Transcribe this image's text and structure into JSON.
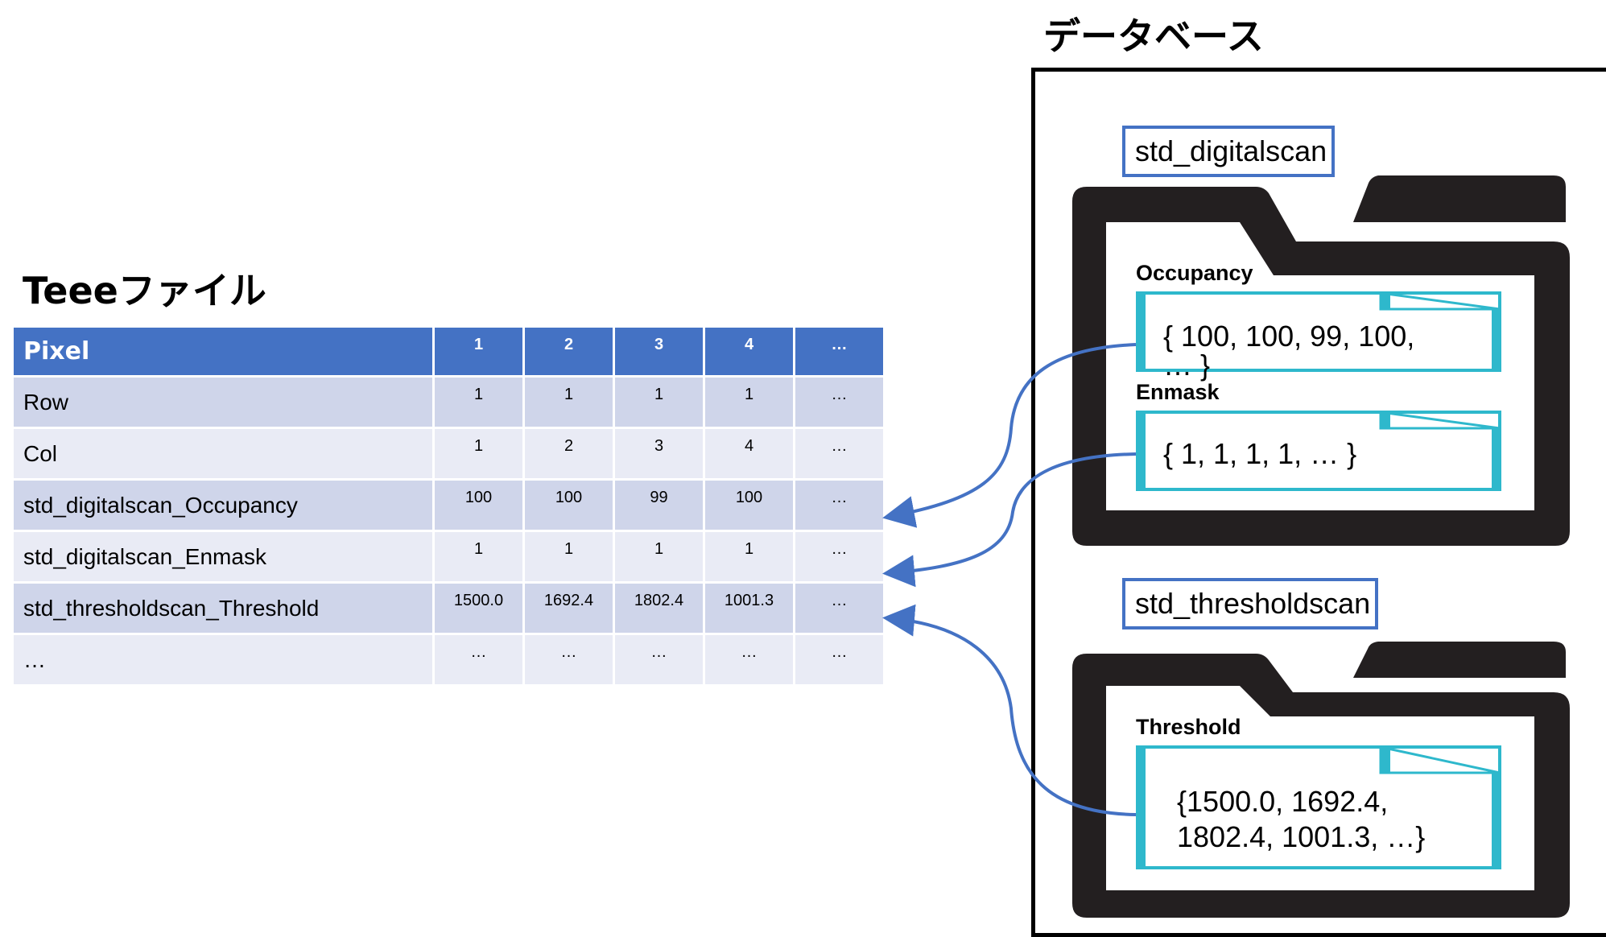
{
  "table": {
    "title": "Teeeファイル",
    "header": [
      "Pixel",
      "1",
      "2",
      "3",
      "4",
      "…"
    ],
    "rows": [
      {
        "label": "Row",
        "cells": [
          "1",
          "1",
          "1",
          "1",
          "…"
        ]
      },
      {
        "label": "Col",
        "cells": [
          "1",
          "2",
          "3",
          "4",
          "…"
        ]
      },
      {
        "label": "std_digitalscan_Occupancy",
        "cells": [
          "100",
          "100",
          "99",
          "100",
          "…"
        ]
      },
      {
        "label": "std_digitalscan_Enmask",
        "cells": [
          "1",
          "1",
          "1",
          "1",
          "…"
        ]
      },
      {
        "label": "std_thresholdscan_Threshold",
        "cells": [
          "1500.0",
          "1692.4",
          "1802.4",
          "1001.3",
          "…"
        ]
      },
      {
        "label": "…",
        "cells": [
          "…",
          "…",
          "…",
          "…",
          "…"
        ]
      }
    ]
  },
  "database": {
    "title": "データベース",
    "folders": [
      {
        "name": "std_digitalscan",
        "entries": [
          {
            "key": "Occupancy",
            "value_lines": [
              "{ 100, 100, 99, 100,",
              "… }"
            ]
          },
          {
            "key": "Enmask",
            "value_lines": [
              "{ 1, 1, 1, 1, … }"
            ]
          }
        ]
      },
      {
        "name": "std_thresholdscan",
        "entries": [
          {
            "key": "Threshold",
            "value_lines": [
              "{1500.0, 1692.4,",
              "1802.4, 1001.3, …}"
            ]
          }
        ]
      }
    ]
  },
  "colors": {
    "header_blue": "#4472C4",
    "row_dark": "#CFD5EA",
    "row_light": "#E9EBF5",
    "doc_teal": "#2EB8CC",
    "folder_black": "#231F20",
    "arrow_blue": "#4472C4"
  }
}
